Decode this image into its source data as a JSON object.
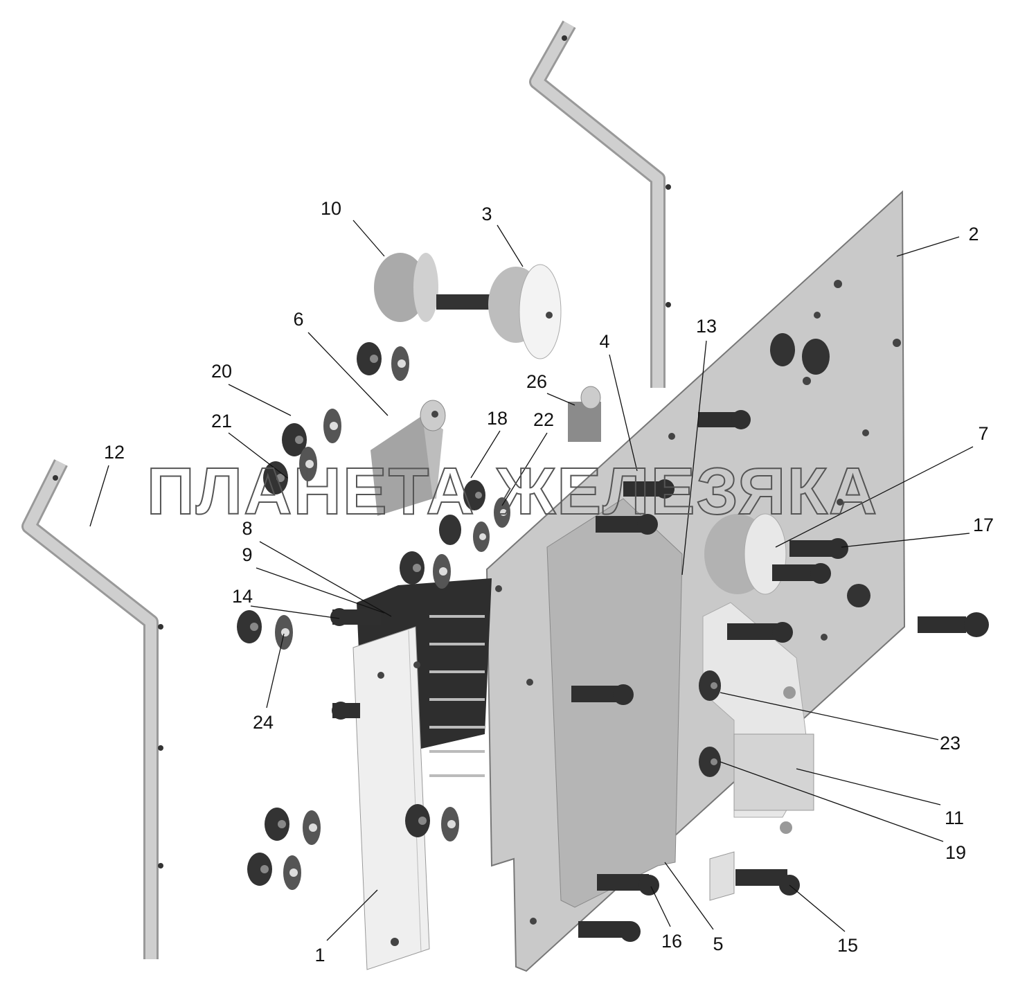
{
  "diagram": {
    "type": "exploded-assembly-view",
    "watermark": "ПЛАНЕТА ЖЕЛЕЗЯКА",
    "callouts": [
      "10",
      "3",
      "2",
      "6",
      "4",
      "13",
      "20",
      "26",
      "21",
      "18",
      "22",
      "12",
      "7",
      "17",
      "8",
      "9",
      "14",
      "24",
      "23",
      "11",
      "19",
      "1",
      "16",
      "5",
      "15"
    ]
  },
  "colors": {
    "plate": "#c8c8c8",
    "dark": "#3a3a3a",
    "light": "#e6e6e6"
  }
}
